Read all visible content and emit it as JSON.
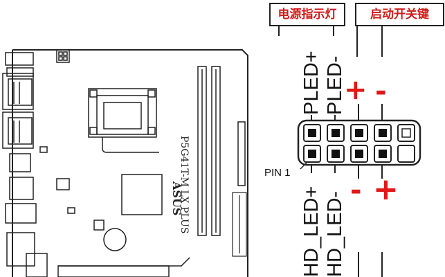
{
  "labels": {
    "power_led": "电源指示灯",
    "power_switch": "启动开关键",
    "pled_plus": "PLED+",
    "pled_minus": "PLED-",
    "hdled_plus": "HD_LED+",
    "hdled_minus": "HD_LED-",
    "pin1": "PIN 1",
    "board_brand": "ASUS",
    "board_model": "P5G41T-M LX PLUS"
  },
  "signs": {
    "top_plus": "+",
    "top_minus": "-",
    "bottom_minus": "-",
    "bottom_plus": "+"
  },
  "colors": {
    "accent": "#d11a1a",
    "line": "#222222"
  }
}
